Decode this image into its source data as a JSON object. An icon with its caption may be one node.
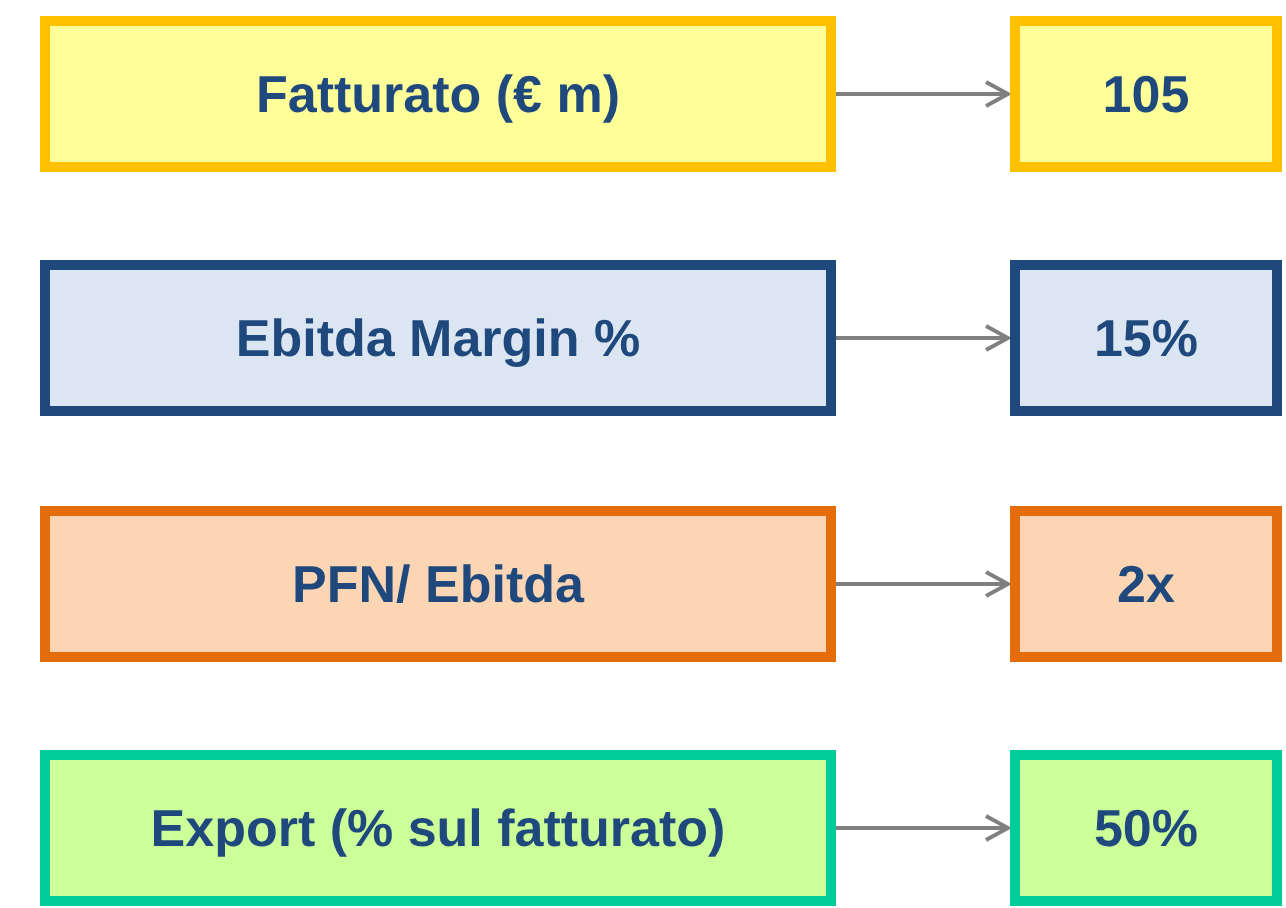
{
  "diagram": {
    "nodes": [
      {
        "text": [
          "Fatturato (€ m)"
        ]
      },
      {
        "text": [
          "105"
        ]
      },
      {
        "text": [
          "Ebitda Margin %"
        ]
      },
      {
        "text": [
          "15%"
        ]
      },
      {
        "text": [
          "PFN/ Ebitda"
        ]
      },
      {
        "text": [
          "2x"
        ]
      },
      {
        "text": [
          "Export (% sul fatturato)"
        ]
      },
      {
        "text": [
          "50%"
        ]
      }
    ],
    "edges": [
      {
        "from": 0,
        "to": 1,
        "arrow": "to"
      },
      {
        "from": 2,
        "to": 3,
        "arrow": "to"
      },
      {
        "from": 4,
        "to": 5,
        "arrow": "to"
      },
      {
        "from": 6,
        "to": 7,
        "arrow": "to"
      }
    ]
  }
}
